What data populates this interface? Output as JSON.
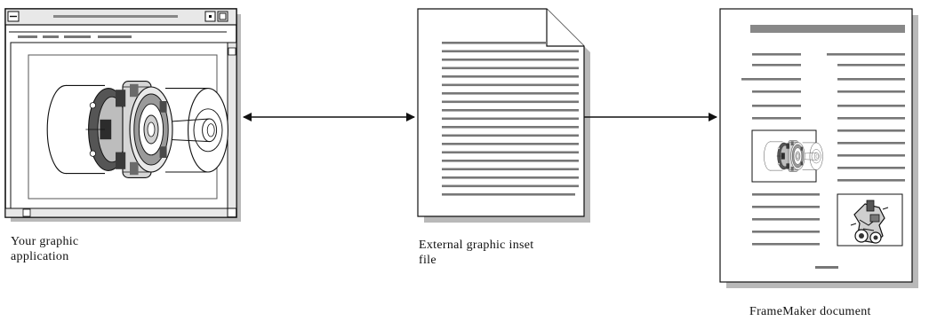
{
  "captions": {
    "app": [
      "Your graphic",
      "application"
    ],
    "inset": [
      "External graphic inset",
      "file"
    ],
    "doc": [
      "FrameMaker document"
    ]
  },
  "colors": {
    "ink": "#111111",
    "line_gray": "#777777",
    "shadow": "#b9b9b9",
    "title_bar": "#888888"
  },
  "arrows": [
    {
      "from": "application",
      "to": "inset-file",
      "kind": "bidirectional"
    },
    {
      "from": "inset-file",
      "to": "framemaker-document",
      "kind": "one-way"
    }
  ],
  "icons": [
    "graphic-application-window-icon",
    "graphic-inset-file-icon",
    "framemaker-document-icon",
    "mechanical-part-icon"
  ]
}
